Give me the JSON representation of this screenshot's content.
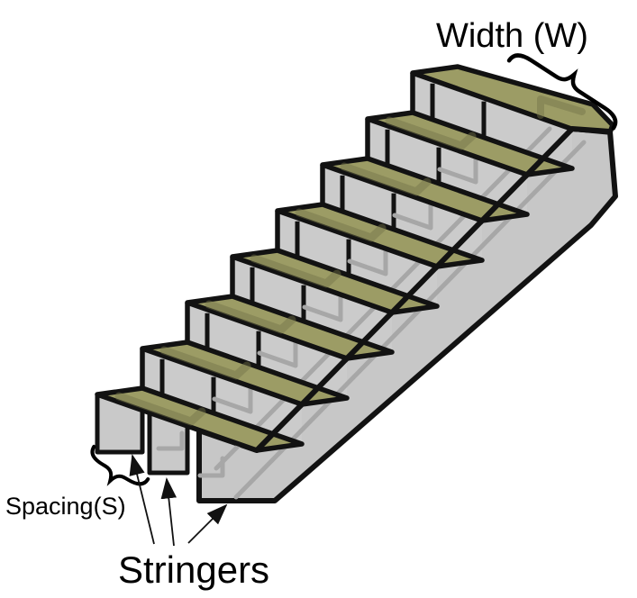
{
  "diagram": {
    "width_label": "Width (W)",
    "spacing_label": "Spacing(S)",
    "stringers_label": "Stringers",
    "num_steps": 8,
    "num_stringers": 3,
    "colors": {
      "tread": "#9c9c65",
      "tread_shadow": "#73734a",
      "surface_gray": "#cbcbcb",
      "band_gray": "#c7c7c7",
      "stringer_face_gray": "#c9c9c9",
      "depth_line_gray": "#a7a7a7",
      "outline": "#121212",
      "annotation": "#000000",
      "background": "#ffffff"
    }
  }
}
